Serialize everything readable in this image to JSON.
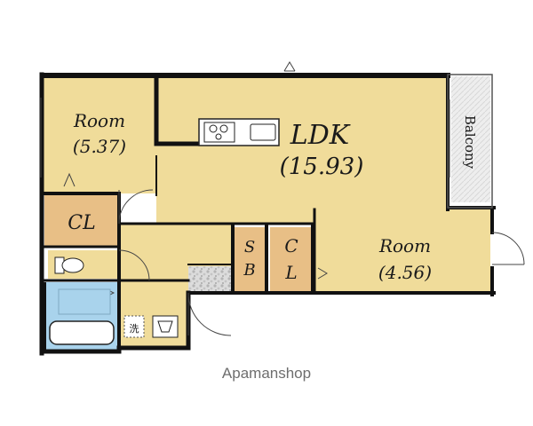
{
  "rooms": {
    "room_west": {
      "name": "Room",
      "size": "(5.37)"
    },
    "ldk": {
      "name": "LDK",
      "size": "(15.93)"
    },
    "room_east": {
      "name": "Room",
      "size": "(4.56)"
    },
    "closet_west": {
      "name": "CL"
    },
    "shoe_box": {
      "line1": "S",
      "line2": "B"
    },
    "closet_center": {
      "line1": "C",
      "line2": "L"
    },
    "balcony": {
      "name": "Balcony"
    },
    "laundry": {
      "name": "洗"
    }
  },
  "watermark": "Apamanshop",
  "colors": {
    "floor": "#f0dc9a",
    "closet": "#e8bf86",
    "bath": "#a9d3ec",
    "balcony": "#ececec",
    "wall": "#111111"
  }
}
